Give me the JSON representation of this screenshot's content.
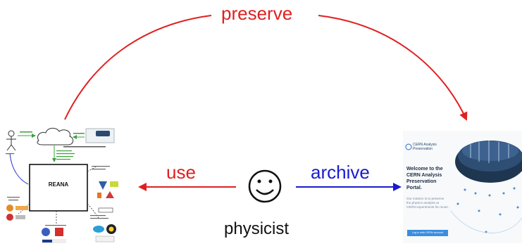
{
  "labels": {
    "preserve": "preserve",
    "use": "use",
    "archive": "archive",
    "physicist": "physicist"
  },
  "colors": {
    "preserve_arrow": "#e02020",
    "use_arrow": "#e02020",
    "archive_arrow": "#1a1ad0"
  },
  "reana": {
    "box_title": "REANA"
  },
  "portal": {
    "logo_text": "CERN Analysis Preservation",
    "welcome_title": "Welcome to the CERN Analysis Preservation Portal.",
    "body_text": "Our mission is to preserve the physics analysis at CERN experiments for reuse.",
    "button_label": "Log in with CERN account"
  },
  "icons": [
    "user-icon",
    "cloud-icon",
    "smiley-face-icon"
  ]
}
